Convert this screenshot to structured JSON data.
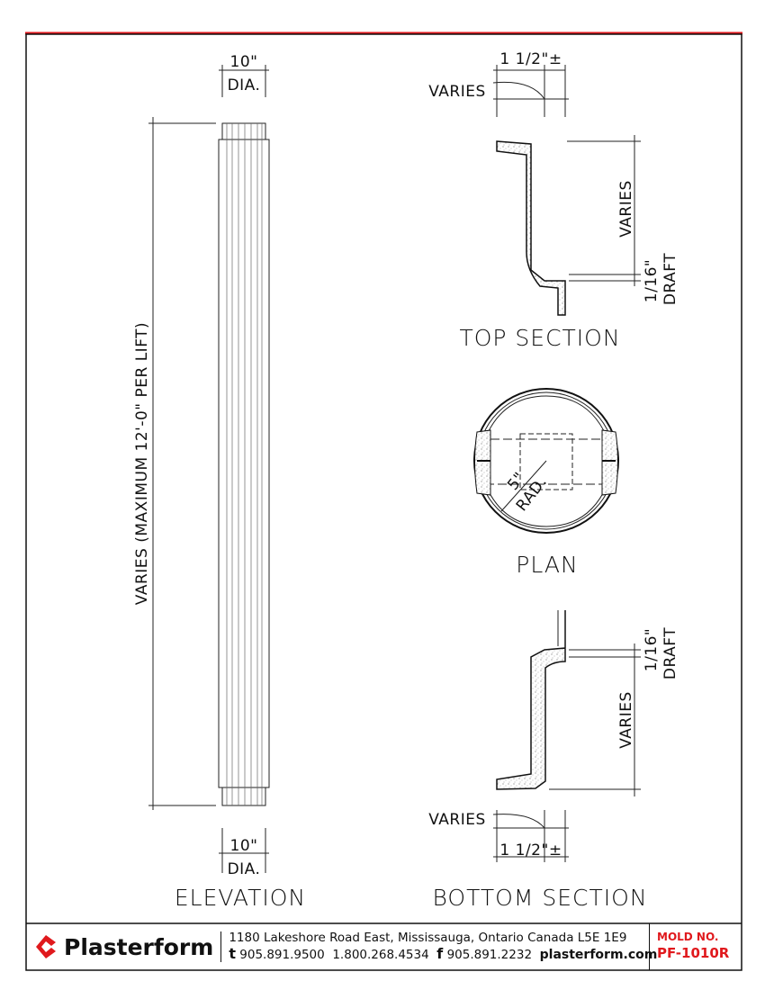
{
  "elevation": {
    "top_dim": "10\"",
    "top_dim_sub": "DIA.",
    "bottom_dim": "10\"",
    "bottom_dim_sub": "DIA.",
    "height_dim": "VARIES (MAXIMUM 12'-0\" PER LIFT)",
    "title": "ELEVATION"
  },
  "top_section": {
    "width_dim": "1 1/2\"±",
    "varies_left": "VARIES",
    "varies_height": "VARIES",
    "draft": "1/16\"",
    "draft_label": "DRAFT",
    "title": "TOP SECTION"
  },
  "plan": {
    "radius": "5\"",
    "radius_label": "RAD.",
    "title": "PLAN"
  },
  "bottom_section": {
    "width_dim": "1 1/2\"±",
    "varies_left": "VARIES",
    "varies_height": "VARIES",
    "draft": "1/16\"",
    "draft_label": "DRAFT",
    "title": "BOTTOM SECTION"
  },
  "footer": {
    "brand": "Plasterform",
    "address": "1180 Lakeshore Road East, Mississauga, Ontario  Canada  L5E 1E9",
    "phone_prefix": "t",
    "phone": "905.891.9500",
    "tollfree": "1.800.268.4534",
    "fax_prefix": "f",
    "fax": "905.891.2232",
    "website": "plasterform.com",
    "mold_label": "MOLD NO.",
    "mold_number": "PF-1010R",
    "brand_color": "#e0191d"
  }
}
